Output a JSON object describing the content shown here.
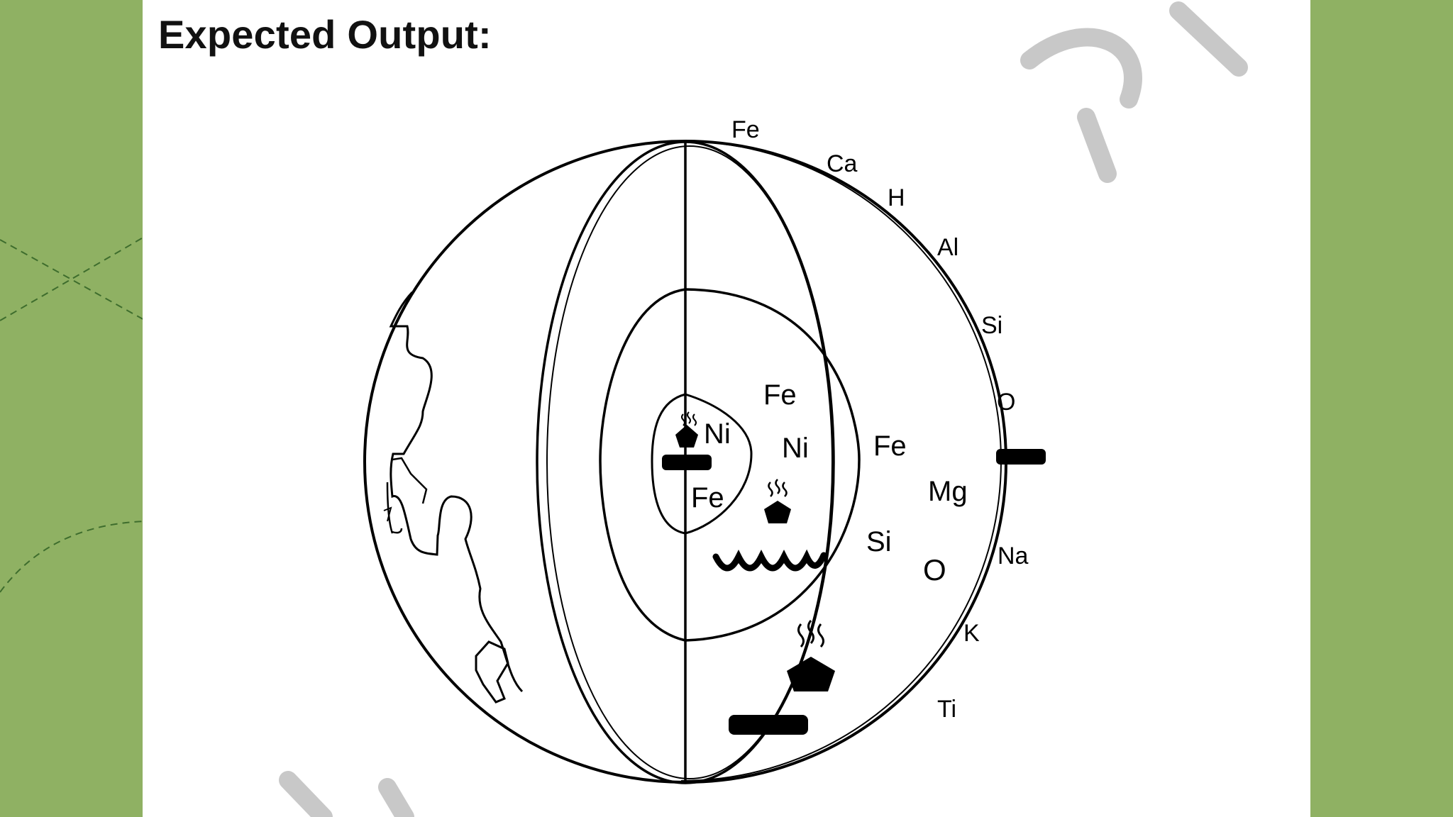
{
  "slide": {
    "heading": "Expected Output:"
  },
  "diagram": {
    "outer_labels": [
      "Fe",
      "Ca",
      "H",
      "Al",
      "Si",
      "O",
      "Na",
      "K",
      "Ti"
    ],
    "mantle_labels": [
      "Fe",
      "Mg",
      "Si",
      "O"
    ],
    "outer_core_labels": [
      "Fe",
      "Ni"
    ],
    "inner_core_labels": [
      "Ni",
      "Fe"
    ]
  },
  "colors": {
    "background": "#8fb163",
    "slide": "#ffffff",
    "ink": "#000000",
    "watermark": "#c8c8c8"
  },
  "icons": [
    "hot-rock-icon",
    "heat-waves-icon",
    "magma-bar-icon",
    "water-waves-icon",
    "continent-outline-icon"
  ]
}
